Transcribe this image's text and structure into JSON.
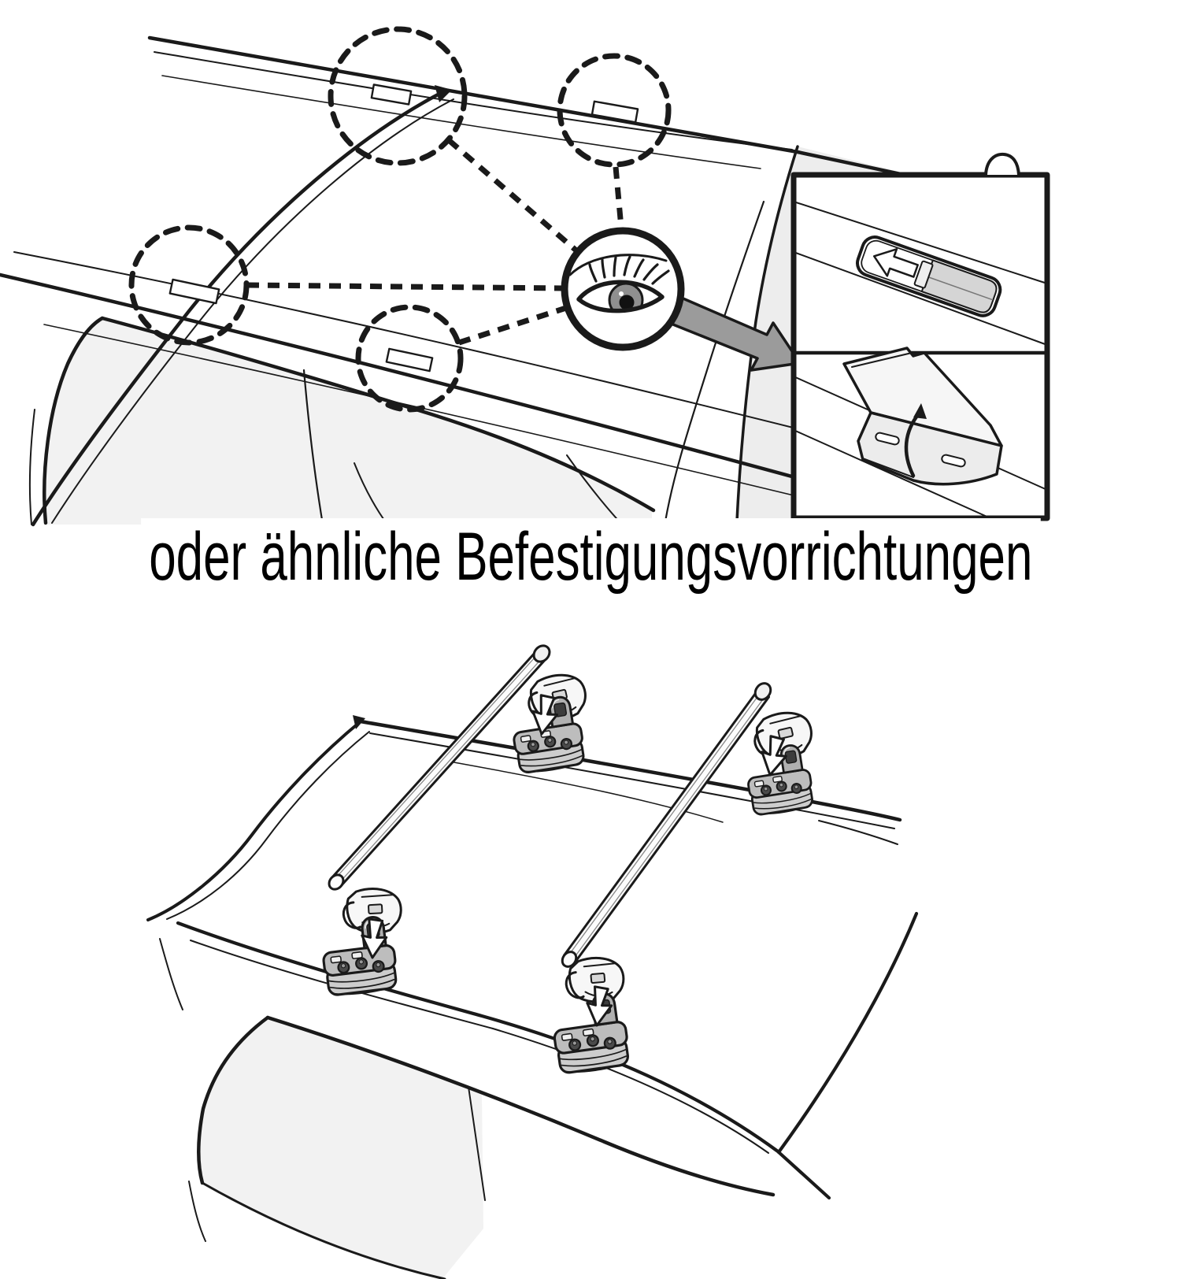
{
  "caption": {
    "text": "oder ähnliche Befestigungsvorrichtungen"
  },
  "colors": {
    "background": "#ffffff",
    "line": "#1a1a1a",
    "arrow_gray": "#9b9b9b",
    "cover_gray": "#d5d5d5",
    "base_gray": "#bdbdbd",
    "skirt_gray": "#cdcdcd",
    "shade_gray": "#ededed",
    "glass_gray": "#f2f2f2",
    "iris_gray": "#8f8f8f"
  },
  "top_illustration": {
    "name": "roof-fixing-points-overview",
    "fixing_point_circles": 4,
    "detail_inset_panels": 2
  },
  "bottom_illustration": {
    "name": "crossbar-mounting-view",
    "crossbars": 2,
    "mounting_adapters": 4,
    "insert_arrows": 4
  }
}
